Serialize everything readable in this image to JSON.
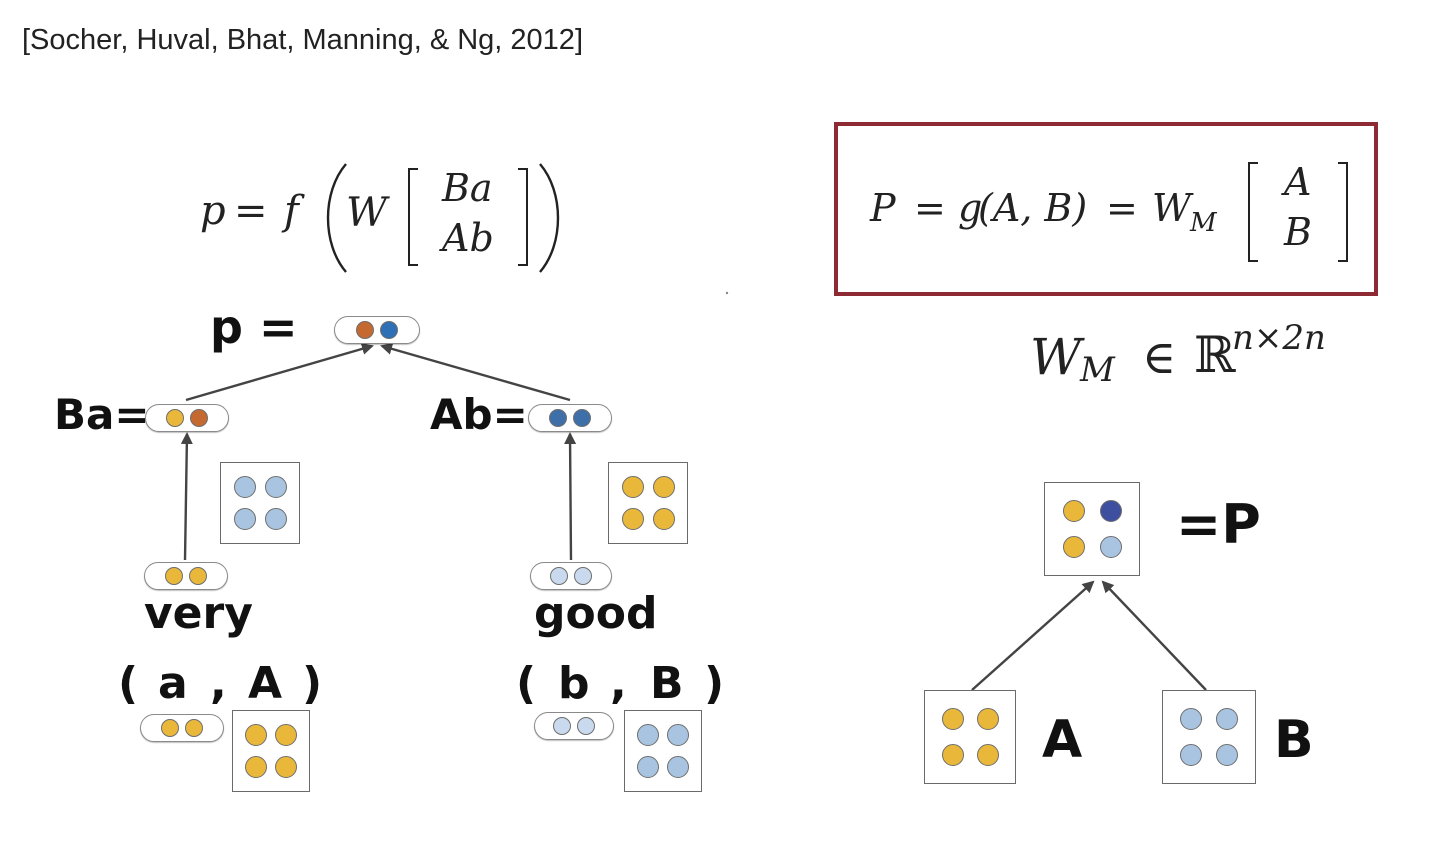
{
  "citation": "[Socher, Huval, Bhat, Manning, & Ng, 2012]",
  "colors": {
    "yellow": "#E9B83A",
    "orange": "#C4692F",
    "blue": "#2F6FB6",
    "dark_blue": "#3E6FA8",
    "navy": "#3F4FA0",
    "light_blue": "#A9C4E0",
    "pale_blue": "#C9DAEE",
    "box_border": "#8E2A33"
  },
  "left": {
    "formula": {
      "lhs": "p",
      "eq": "=",
      "func": "f",
      "weight": "W",
      "top": "Ba",
      "bottom": "Ab"
    },
    "p_label": "p =",
    "ba_label": "Ba=",
    "ab_label": "Ab=",
    "word_left": "very",
    "word_right": "good",
    "pair_left": {
      "open": "(",
      "vec": "a",
      "comma": ",",
      "mat": "A",
      "close": ")"
    },
    "pair_right": {
      "open": "(",
      "vec": "b",
      "comma": ",",
      "mat": "B",
      "close": ")"
    }
  },
  "right": {
    "formula": {
      "lhs": "P",
      "eq1": "=",
      "func": "g",
      "args": "(A, B)",
      "eq2": "=",
      "weight": "W",
      "weight_sub": "M",
      "top": "A",
      "bottom": "B"
    },
    "domain": {
      "weight": "W",
      "weight_sub": "M",
      "in": "∈",
      "space": "ℝ",
      "exponent": "n×2n"
    },
    "p_label": "=P",
    "a_label": "A",
    "b_label": "B"
  }
}
